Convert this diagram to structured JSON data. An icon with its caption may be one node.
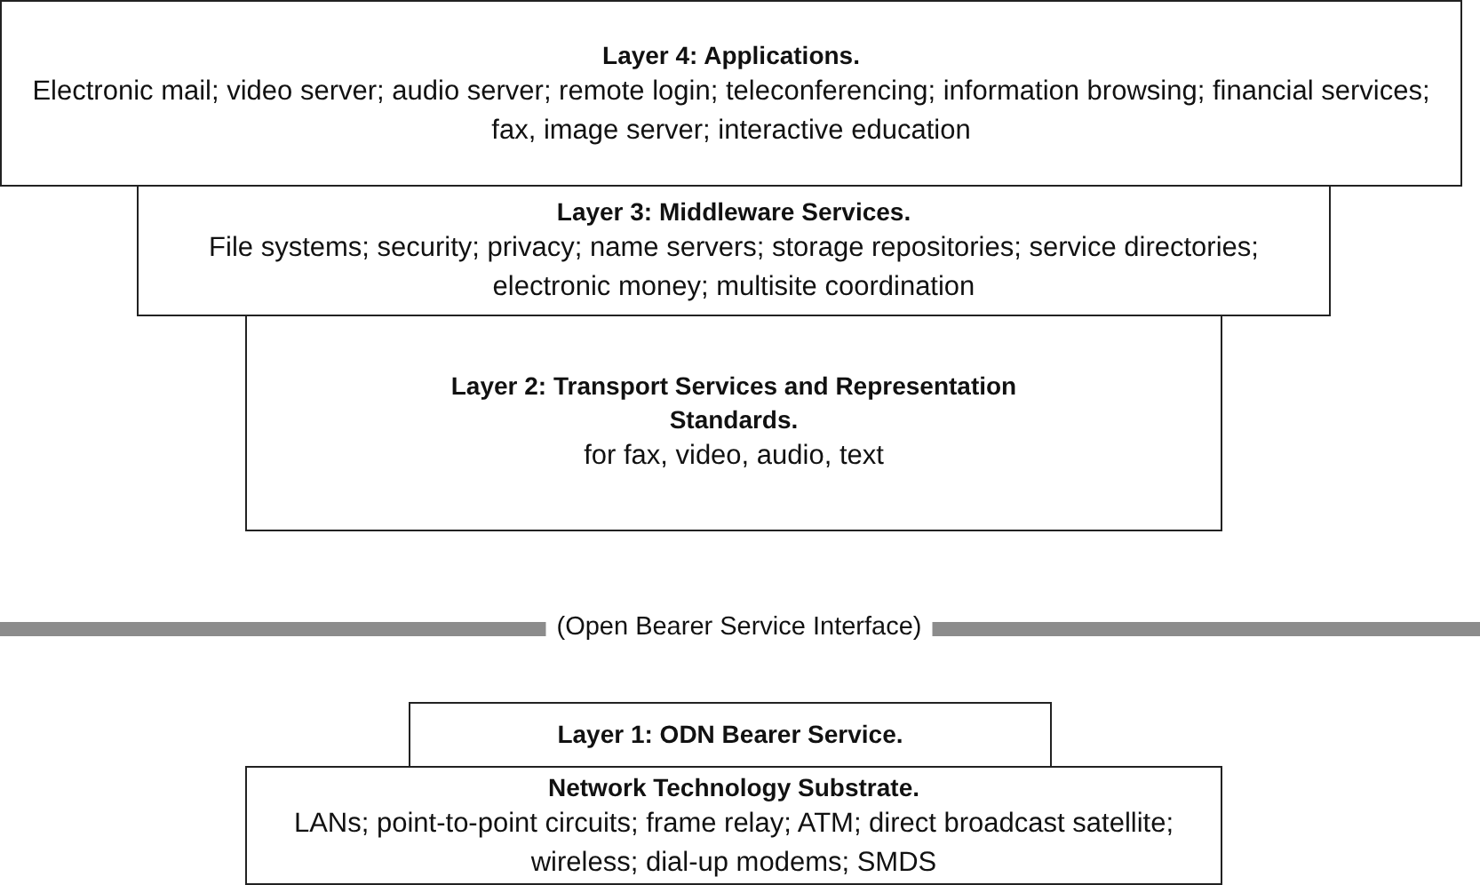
{
  "diagram": {
    "nodes": [
      {
        "text": [
          "Layer 4: Applications.",
          "Electronic mail; video server; audio server; remote login; teleconferencing; information browsing; financial services; fax, image server; interactive education"
        ]
      },
      {
        "text": [
          "Layer 3: Middleware Services.",
          "File systems; security; privacy; name servers; storage repositories; service directories; electronic money; multisite coordination"
        ]
      },
      {
        "text": [
          "Layer 2: Transport Services and Representation Standards.",
          "for fax, video, audio, text"
        ]
      },
      {
        "text": [
          "Layer 1: ODN Bearer Service."
        ]
      },
      {
        "text": [
          "Network Technology Substrate.",
          "LANs; point-to-point circuits; frame relay; ATM; direct broadcast satellite; wireless; dial-up modems; SMDS"
        ]
      }
    ],
    "edges": [],
    "labels": [
      "(Open Bearer Service Interface)"
    ]
  }
}
